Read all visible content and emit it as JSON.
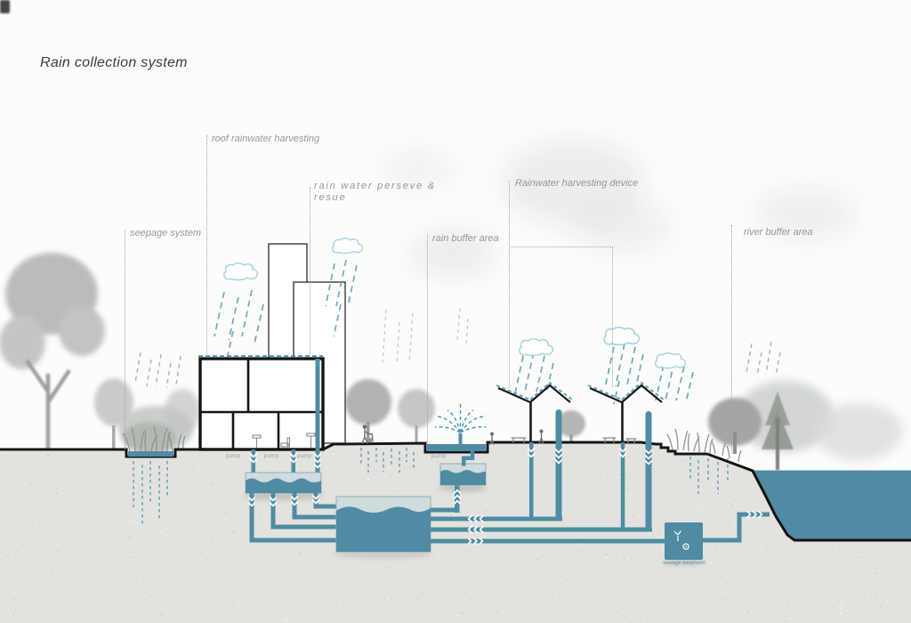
{
  "title": "Rain collection system",
  "labels": {
    "seepage_system": "seepage system",
    "roof_rainwater_harvesting": "roof rainwater harvesting",
    "rain_water_preserve_1": "rain water perseve &",
    "rain_water_preserve_2": "resue",
    "rainwater_harvesting_device": "Rainwater harvesting device",
    "rain_buffer_area": "rain buffer area",
    "river_buffer_area": "river buffer area"
  },
  "equipment": {
    "pumps": [
      "pump",
      "pump",
      "pump",
      "pump"
    ],
    "sewage_treatment": "sewage treatment"
  },
  "icons": {
    "gear": "⚙"
  },
  "colors": {
    "pipe_teal": "#4f8ca3",
    "tank_air_gap": "#cfdbdd",
    "rain_dash": "#579ab2",
    "cloud_outline": "#a9d5e3",
    "label_gray": "#97979b",
    "ink": "#161616",
    "ground_gray": "#e3e2de"
  }
}
